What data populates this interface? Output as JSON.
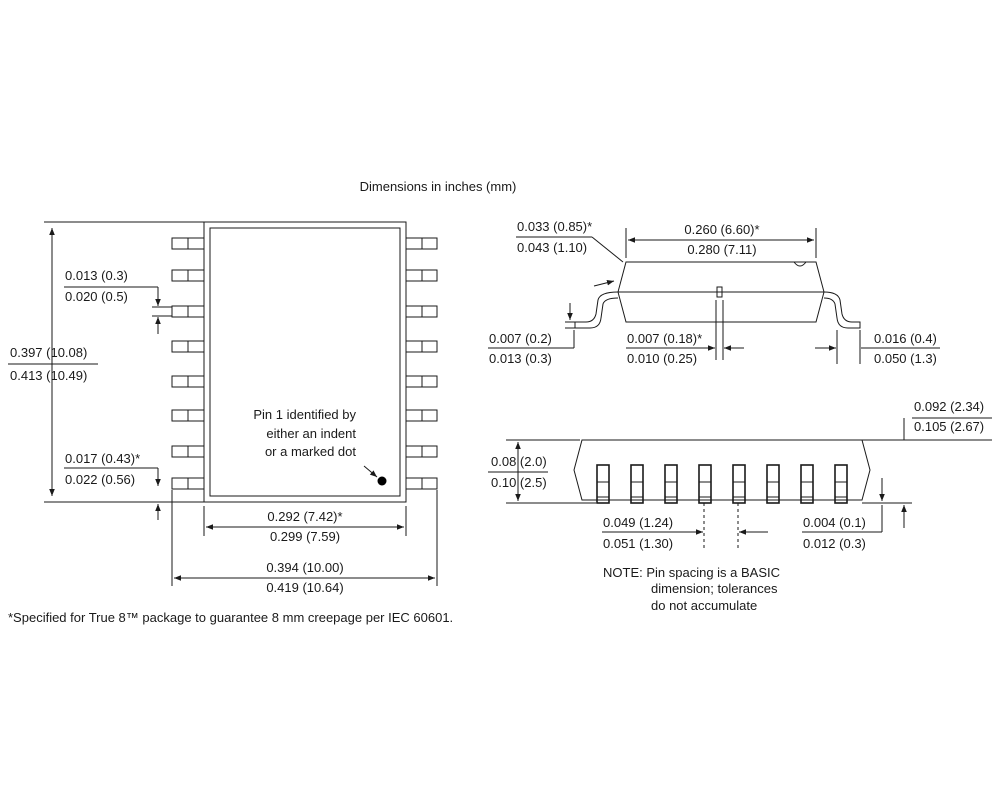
{
  "title": "Dimensions in inches (mm)",
  "top_view": {
    "pin_width_min": "0.013 (0.3)",
    "pin_width_max": "0.020 (0.5)",
    "body_length_min": "0.397 (10.08)",
    "body_length_max": "0.413 (10.49)",
    "pin_offset_min": "0.017 (0.43)*",
    "pin_offset_max": "0.022 (0.56)",
    "body_width_min": "0.292 (7.42)*",
    "body_width_max": "0.299 (7.59)",
    "overall_width_min": "0.394 (10.00)",
    "overall_width_max": "0.419 (10.64)",
    "pin1_note": [
      "Pin 1 identified by",
      "either an indent",
      "or a marked dot"
    ]
  },
  "side_view": {
    "standoff_min": "0.033 (0.85)*",
    "standoff_max": "0.043 (1.10)",
    "body_span_min": "0.260 (6.60)*",
    "body_span_max": "0.280 (7.11)",
    "lead_thickness_min": "0.007 (0.2)",
    "lead_thickness_max": "0.013 (0.3)",
    "gap_min": "0.007 (0.18)*",
    "gap_max": "0.010 (0.25)",
    "foot_length_min": "0.016 (0.4)",
    "foot_length_max": "0.050 (1.3)"
  },
  "end_view": {
    "height_min": "0.092 (2.34)",
    "height_max": "0.105 (2.67)",
    "body_height_min": "0.08 (2.0)",
    "body_height_max": "0.10 (2.5)",
    "pitch_min": "0.049 (1.24)",
    "pitch_max": "0.051 (1.30)",
    "clearance_min": "0.004 (0.1)",
    "clearance_max": "0.012 (0.3)"
  },
  "note": [
    "NOTE: Pin spacing is a BASIC",
    "dimension; tolerances",
    "do not accumulate"
  ],
  "footnote": "*Specified for True 8™ package to guarantee 8 mm creepage per IEC 60601."
}
